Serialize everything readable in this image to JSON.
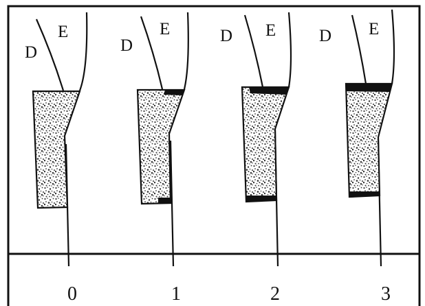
{
  "diagram": {
    "panels": [
      {
        "id": "0",
        "label": "0",
        "left_label": "D",
        "right_label": "E"
      },
      {
        "id": "1",
        "label": "1",
        "left_label": "D",
        "right_label": "E"
      },
      {
        "id": "2",
        "label": "2",
        "left_label": "D",
        "right_label": "E"
      },
      {
        "id": "3",
        "label": "3",
        "left_label": "D",
        "right_label": "E"
      }
    ]
  },
  "colors": {
    "ink": "#111111",
    "paper": "#ffffff",
    "speckle": "#333333"
  }
}
